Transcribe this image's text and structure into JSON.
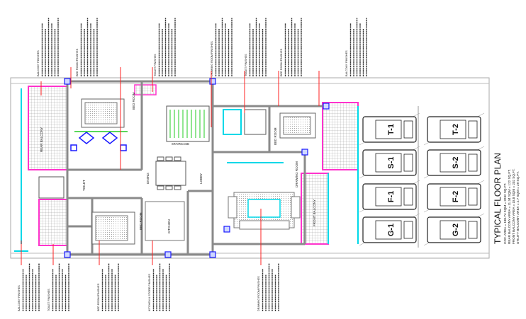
{
  "title": "TYPICAL FLOOR PLAN",
  "areas": [
    "COV. AREA = 188.74 SQM = 2032 SQ.FT.",
    "REAR BALCONY AREA = 11.34 SQM = 122 SQ.FT.",
    "FRONT BALCONY AREA = 18.8 SQM = 202 SQ.FT.",
    "UTILITY BALCONY AREA = 2.7 SQM = 29 SQ.FT."
  ],
  "parking": [
    "T-1",
    "T-2",
    "S-1",
    "S-2",
    "F-1",
    "F-2",
    "G-1",
    "G-2"
  ],
  "notes_top": [
    "BALCONY FINISHES",
    "BED ROOM FINISHES",
    "TOILET FINISHES",
    "DRAWING ROOM FINISHES",
    "TOILET FINISHES",
    "BED ROOM FINISHES",
    "BALCONY FINISHES"
  ],
  "notes_bottom": [
    "BALCONY FINISHES",
    "TOILET FINISHES",
    "BED ROOM FINISHES",
    "KITCHEN & STORE FINISHES",
    "DRAWING ROOM FINISHES"
  ],
  "rooms": {
    "bed1": "BED ROOM",
    "bed2": "BED ROOM",
    "bed3": "BED ROOM",
    "dining": "DINING",
    "drawing": "DRAWING ROOM",
    "kitchen": "KITCHEN",
    "toilet": "TOILET",
    "lobby": "LOBBY",
    "balcony_front": "FRONT BALCONY",
    "balcony_rear": "REAR BALCONY",
    "stair": "STAIRCASE"
  },
  "colors": {
    "wall": "#8a8a8a",
    "balcony": "#ff33cc",
    "window": "#00d8e8",
    "leader": "#ff2020",
    "furniture": "#1a1aff",
    "stair": "#22cc22"
  }
}
